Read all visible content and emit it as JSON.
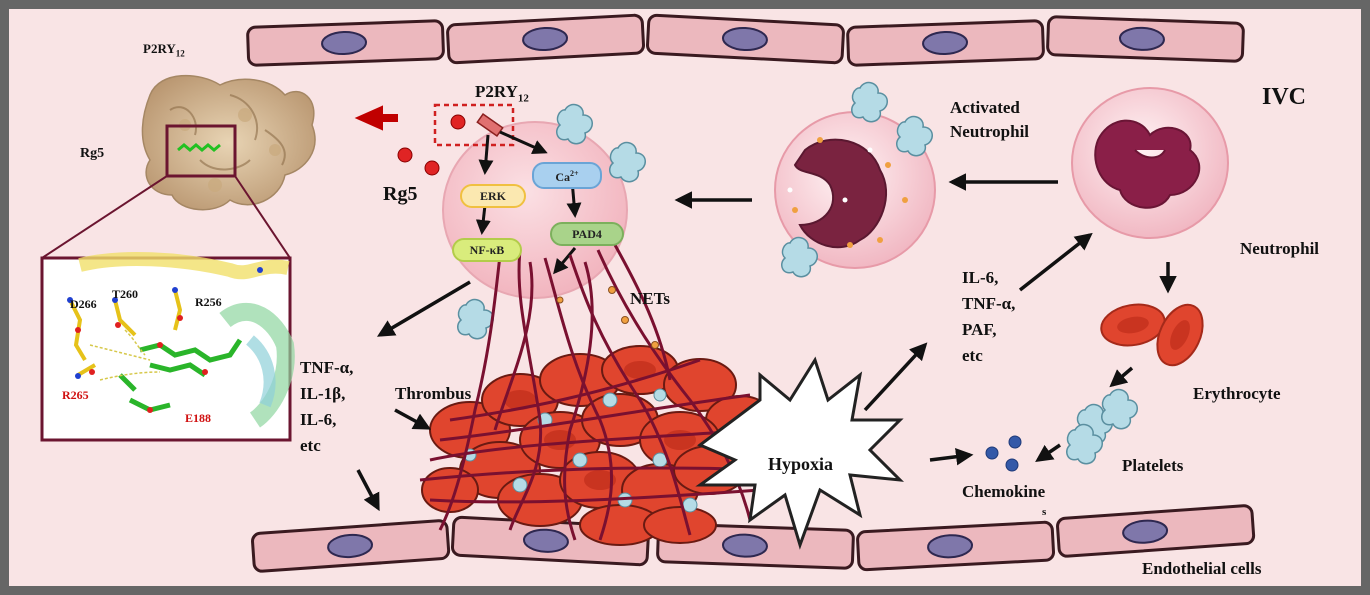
{
  "labels": {
    "p2ry12_top": "P2RY",
    "p2ry12_top_sub": "12",
    "rg5_protein": "Rg5",
    "p2ry12_cell": "P2RY",
    "p2ry12_cell_sub": "12",
    "rg5_cell": "Rg5",
    "erk": "ERK",
    "ca": "Ca",
    "ca_sup": "2+",
    "nfkb": "NF-κB",
    "pad4": "PAD4",
    "nets": "NETs",
    "thrombus": "Thrombus",
    "cytokines_left": [
      "TNF-α,",
      "IL-1β,",
      "IL-6,",
      "etc"
    ],
    "hypoxia": "Hypoxia",
    "cytokines_right": [
      "IL-6,",
      "TNF-α,",
      "PAF,",
      "etc"
    ],
    "activated_neutrophil": [
      "Activated",
      "Neutrophil"
    ],
    "neutrophil": "Neutrophil",
    "ivc": "IVC",
    "erythrocyte": "Erythrocyte",
    "platelets": "Platelets",
    "chemokines": [
      "Chemokine",
      "s"
    ],
    "endothelial": "Endothelial cells"
  },
  "residues": {
    "d266": "D266",
    "t260": "T260",
    "r256": "R256",
    "r265": "R265",
    "e188": "E188"
  },
  "colors": {
    "background": "#f9e4e5",
    "border": "#666666",
    "endothelial_fill": "#ecb8be",
    "nucleus": "#7f77aa",
    "arrow": "#111111",
    "inhibit_arrow": "#c00000",
    "rbc": "#e0452e",
    "net_fiber": "#7a1030",
    "platelet": "#b5dbe6",
    "chemokine": "#3459a8",
    "residue_red": "#d01010"
  }
}
